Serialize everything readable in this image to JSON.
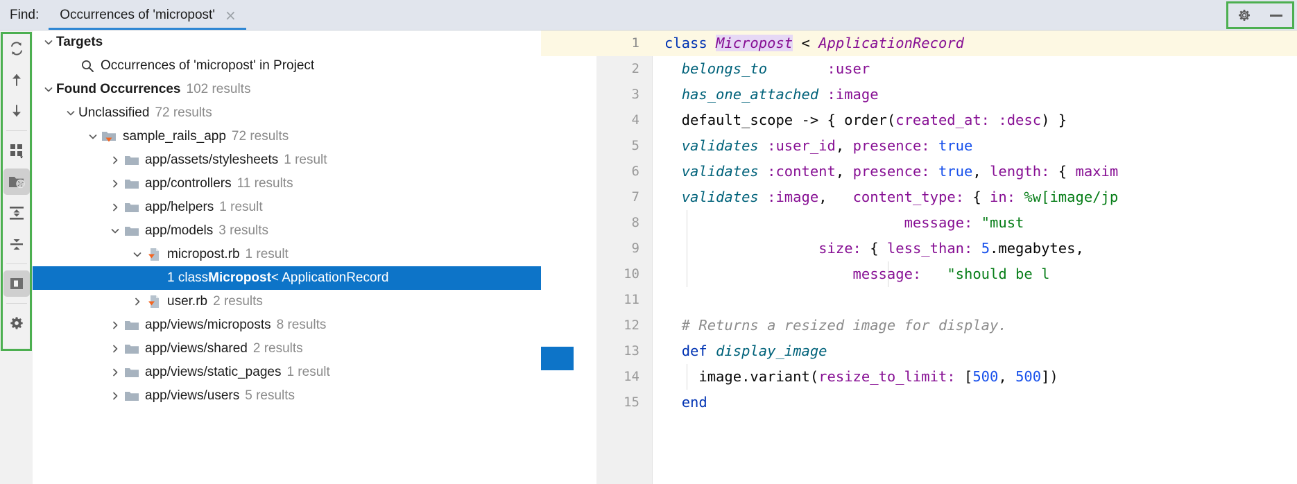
{
  "header": {
    "find_label": "Find:",
    "tab_title": "Occurrences of 'micropost'",
    "close_glyph": "×",
    "settings_icon": "gear-icon",
    "minimize_icon": "minimize-icon",
    "highlight_color": "#4caf50",
    "tab_underline_color": "#2f87d4",
    "bg_color": "#e1e5ed"
  },
  "toolbar": {
    "highlight_color": "#4caf50",
    "buttons": [
      {
        "name": "rerun-search-icon",
        "title": "Rerun Search",
        "selected": false
      },
      {
        "name": "previous-occurrence-icon",
        "title": "Previous Occurrence",
        "selected": false
      },
      {
        "name": "next-occurrence-icon",
        "title": "Next Occurrence",
        "selected": false
      },
      {
        "name": "group-by-icon",
        "title": "Group By",
        "selected": false
      },
      {
        "name": "filter-folder-icon",
        "title": "Filter Results",
        "selected": true
      },
      {
        "name": "expand-all-icon",
        "title": "Expand All",
        "selected": false
      },
      {
        "name": "collapse-all-icon",
        "title": "Collapse All",
        "selected": false
      },
      {
        "name": "preview-panel-icon",
        "title": "Open Preview",
        "selected": true
      },
      {
        "name": "settings-gear-icon",
        "title": "Settings",
        "selected": false
      }
    ]
  },
  "tree": {
    "selection_color": "#0d74c8",
    "rows": [
      {
        "indent": 0,
        "twisty": "down",
        "icon": "none",
        "label": "Targets",
        "bold": true,
        "count": ""
      },
      {
        "indent": 1,
        "twisty": "none",
        "icon": "search",
        "label": "Occurrences of 'micropost' in Project",
        "bold": false,
        "count": ""
      },
      {
        "indent": 0,
        "twisty": "down",
        "icon": "none",
        "label": "Found Occurrences",
        "bold": true,
        "count": "102 results"
      },
      {
        "indent": 1,
        "twisty": "down",
        "icon": "none",
        "label": "Unclassified",
        "bold": false,
        "count": "72 results"
      },
      {
        "indent": 2,
        "twisty": "down",
        "icon": "module",
        "label": "sample_rails_app",
        "bold": false,
        "count": "72 results"
      },
      {
        "indent": 3,
        "twisty": "right",
        "icon": "folder",
        "label": "app/assets/stylesheets",
        "bold": false,
        "count": "1 result"
      },
      {
        "indent": 3,
        "twisty": "right",
        "icon": "folder",
        "label": "app/controllers",
        "bold": false,
        "count": "11 results"
      },
      {
        "indent": 3,
        "twisty": "right",
        "icon": "folder",
        "label": "app/helpers",
        "bold": false,
        "count": "1 result"
      },
      {
        "indent": 3,
        "twisty": "down",
        "icon": "folder",
        "label": "app/models",
        "bold": false,
        "count": "3 results"
      },
      {
        "indent": 4,
        "twisty": "down",
        "icon": "ruby",
        "label": "micropost.rb",
        "bold": false,
        "count": "1 result"
      },
      {
        "indent": 5,
        "twisty": "none",
        "icon": "none",
        "label": "",
        "bold": false,
        "count": "",
        "selected": true,
        "match_prefix": "1 class ",
        "match_bold": "Micropost",
        "match_suffix": " < ApplicationRecord"
      },
      {
        "indent": 4,
        "twisty": "right",
        "icon": "ruby",
        "label": "user.rb",
        "bold": false,
        "count": "2 results"
      },
      {
        "indent": 3,
        "twisty": "right",
        "icon": "folder",
        "label": "app/views/microposts",
        "bold": false,
        "count": "8 results"
      },
      {
        "indent": 3,
        "twisty": "right",
        "icon": "folder",
        "label": "app/views/shared",
        "bold": false,
        "count": "2 results"
      },
      {
        "indent": 3,
        "twisty": "right",
        "icon": "folder",
        "label": "app/views/static_pages",
        "bold": false,
        "count": "1 result"
      },
      {
        "indent": 3,
        "twisty": "right",
        "icon": "folder",
        "label": "app/views/users",
        "bold": false,
        "count": "5 results"
      }
    ]
  },
  "editor": {
    "highlight_line": 1,
    "highlight_bg": "#fdf8e3",
    "match_bg": "#e6d8f5",
    "lines": [
      {
        "n": "1",
        "tokens": [
          {
            "t": "class ",
            "c": "k"
          },
          {
            "t": "Micropost",
            "c": "cls match"
          },
          {
            "t": " < ",
            "c": "pl"
          },
          {
            "t": "ApplicationRecord",
            "c": "cls"
          }
        ]
      },
      {
        "n": "2",
        "tokens": [
          {
            "t": "  ",
            "c": "pl"
          },
          {
            "t": "belongs_to",
            "c": "mth"
          },
          {
            "t": "       ",
            "c": "pl"
          },
          {
            "t": ":user",
            "c": "sym"
          }
        ]
      },
      {
        "n": "3",
        "tokens": [
          {
            "t": "  ",
            "c": "pl"
          },
          {
            "t": "has_one_attached",
            "c": "mth"
          },
          {
            "t": " ",
            "c": "pl"
          },
          {
            "t": ":image",
            "c": "sym"
          }
        ]
      },
      {
        "n": "4",
        "tokens": [
          {
            "t": "  default_scope -> { order(",
            "c": "pl"
          },
          {
            "t": "created_at:",
            "c": "sym"
          },
          {
            "t": " ",
            "c": "pl"
          },
          {
            "t": ":desc",
            "c": "sym"
          },
          {
            "t": ") }",
            "c": "pl"
          }
        ]
      },
      {
        "n": "5",
        "tokens": [
          {
            "t": "  ",
            "c": "pl"
          },
          {
            "t": "validates",
            "c": "mth"
          },
          {
            "t": " ",
            "c": "pl"
          },
          {
            "t": ":user_id",
            "c": "sym"
          },
          {
            "t": ", ",
            "c": "pl"
          },
          {
            "t": "presence:",
            "c": "sym"
          },
          {
            "t": " ",
            "c": "pl"
          },
          {
            "t": "true",
            "c": "num"
          }
        ]
      },
      {
        "n": "6",
        "tokens": [
          {
            "t": "  ",
            "c": "pl"
          },
          {
            "t": "validates",
            "c": "mth"
          },
          {
            "t": " ",
            "c": "pl"
          },
          {
            "t": ":content",
            "c": "sym"
          },
          {
            "t": ", ",
            "c": "pl"
          },
          {
            "t": "presence:",
            "c": "sym"
          },
          {
            "t": " ",
            "c": "pl"
          },
          {
            "t": "true",
            "c": "num"
          },
          {
            "t": ", ",
            "c": "pl"
          },
          {
            "t": "length:",
            "c": "sym"
          },
          {
            "t": " { ",
            "c": "pl"
          },
          {
            "t": "maxim",
            "c": "sym"
          }
        ]
      },
      {
        "n": "7",
        "tokens": [
          {
            "t": "  ",
            "c": "pl"
          },
          {
            "t": "validates",
            "c": "mth"
          },
          {
            "t": " ",
            "c": "pl"
          },
          {
            "t": ":image",
            "c": "sym"
          },
          {
            "t": ",   ",
            "c": "pl"
          },
          {
            "t": "content_type:",
            "c": "sym"
          },
          {
            "t": " { ",
            "c": "pl"
          },
          {
            "t": "in:",
            "c": "sym"
          },
          {
            "t": " %w[image/jp",
            "c": "str"
          }
        ]
      },
      {
        "n": "8",
        "tokens": [
          {
            "t": "                            ",
            "c": "pl"
          },
          {
            "t": "message:",
            "c": "sym"
          },
          {
            "t": " ",
            "c": "pl"
          },
          {
            "t": "\"must",
            "c": "str"
          }
        ]
      },
      {
        "n": "9",
        "tokens": [
          {
            "t": "                  ",
            "c": "pl"
          },
          {
            "t": "size:",
            "c": "sym"
          },
          {
            "t": " { ",
            "c": "pl"
          },
          {
            "t": "less_than:",
            "c": "sym"
          },
          {
            "t": " ",
            "c": "pl"
          },
          {
            "t": "5",
            "c": "num"
          },
          {
            "t": ".megabytes,",
            "c": "pl"
          }
        ]
      },
      {
        "n": "10",
        "tokens": [
          {
            "t": "                      ",
            "c": "pl"
          },
          {
            "t": "message:",
            "c": "sym"
          },
          {
            "t": "   ",
            "c": "pl"
          },
          {
            "t": "\"should be l",
            "c": "str"
          }
        ]
      },
      {
        "n": "11",
        "tokens": [
          {
            "t": "",
            "c": "pl"
          }
        ]
      },
      {
        "n": "12",
        "tokens": [
          {
            "t": "  # Returns a resized image for display.",
            "c": "cmt"
          }
        ]
      },
      {
        "n": "13",
        "tokens": [
          {
            "t": "  ",
            "c": "pl"
          },
          {
            "t": "def ",
            "c": "k"
          },
          {
            "t": "display_image",
            "c": "fn"
          }
        ]
      },
      {
        "n": "14",
        "tokens": [
          {
            "t": "    image.variant(",
            "c": "pl"
          },
          {
            "t": "resize_to_limit:",
            "c": "sym"
          },
          {
            "t": " [",
            "c": "pl"
          },
          {
            "t": "500",
            "c": "num"
          },
          {
            "t": ", ",
            "c": "pl"
          },
          {
            "t": "500",
            "c": "num"
          },
          {
            "t": "])",
            "c": "pl"
          }
        ]
      },
      {
        "n": "15",
        "tokens": [
          {
            "t": "  ",
            "c": "pl"
          },
          {
            "t": "end",
            "c": "k"
          }
        ]
      }
    ]
  }
}
